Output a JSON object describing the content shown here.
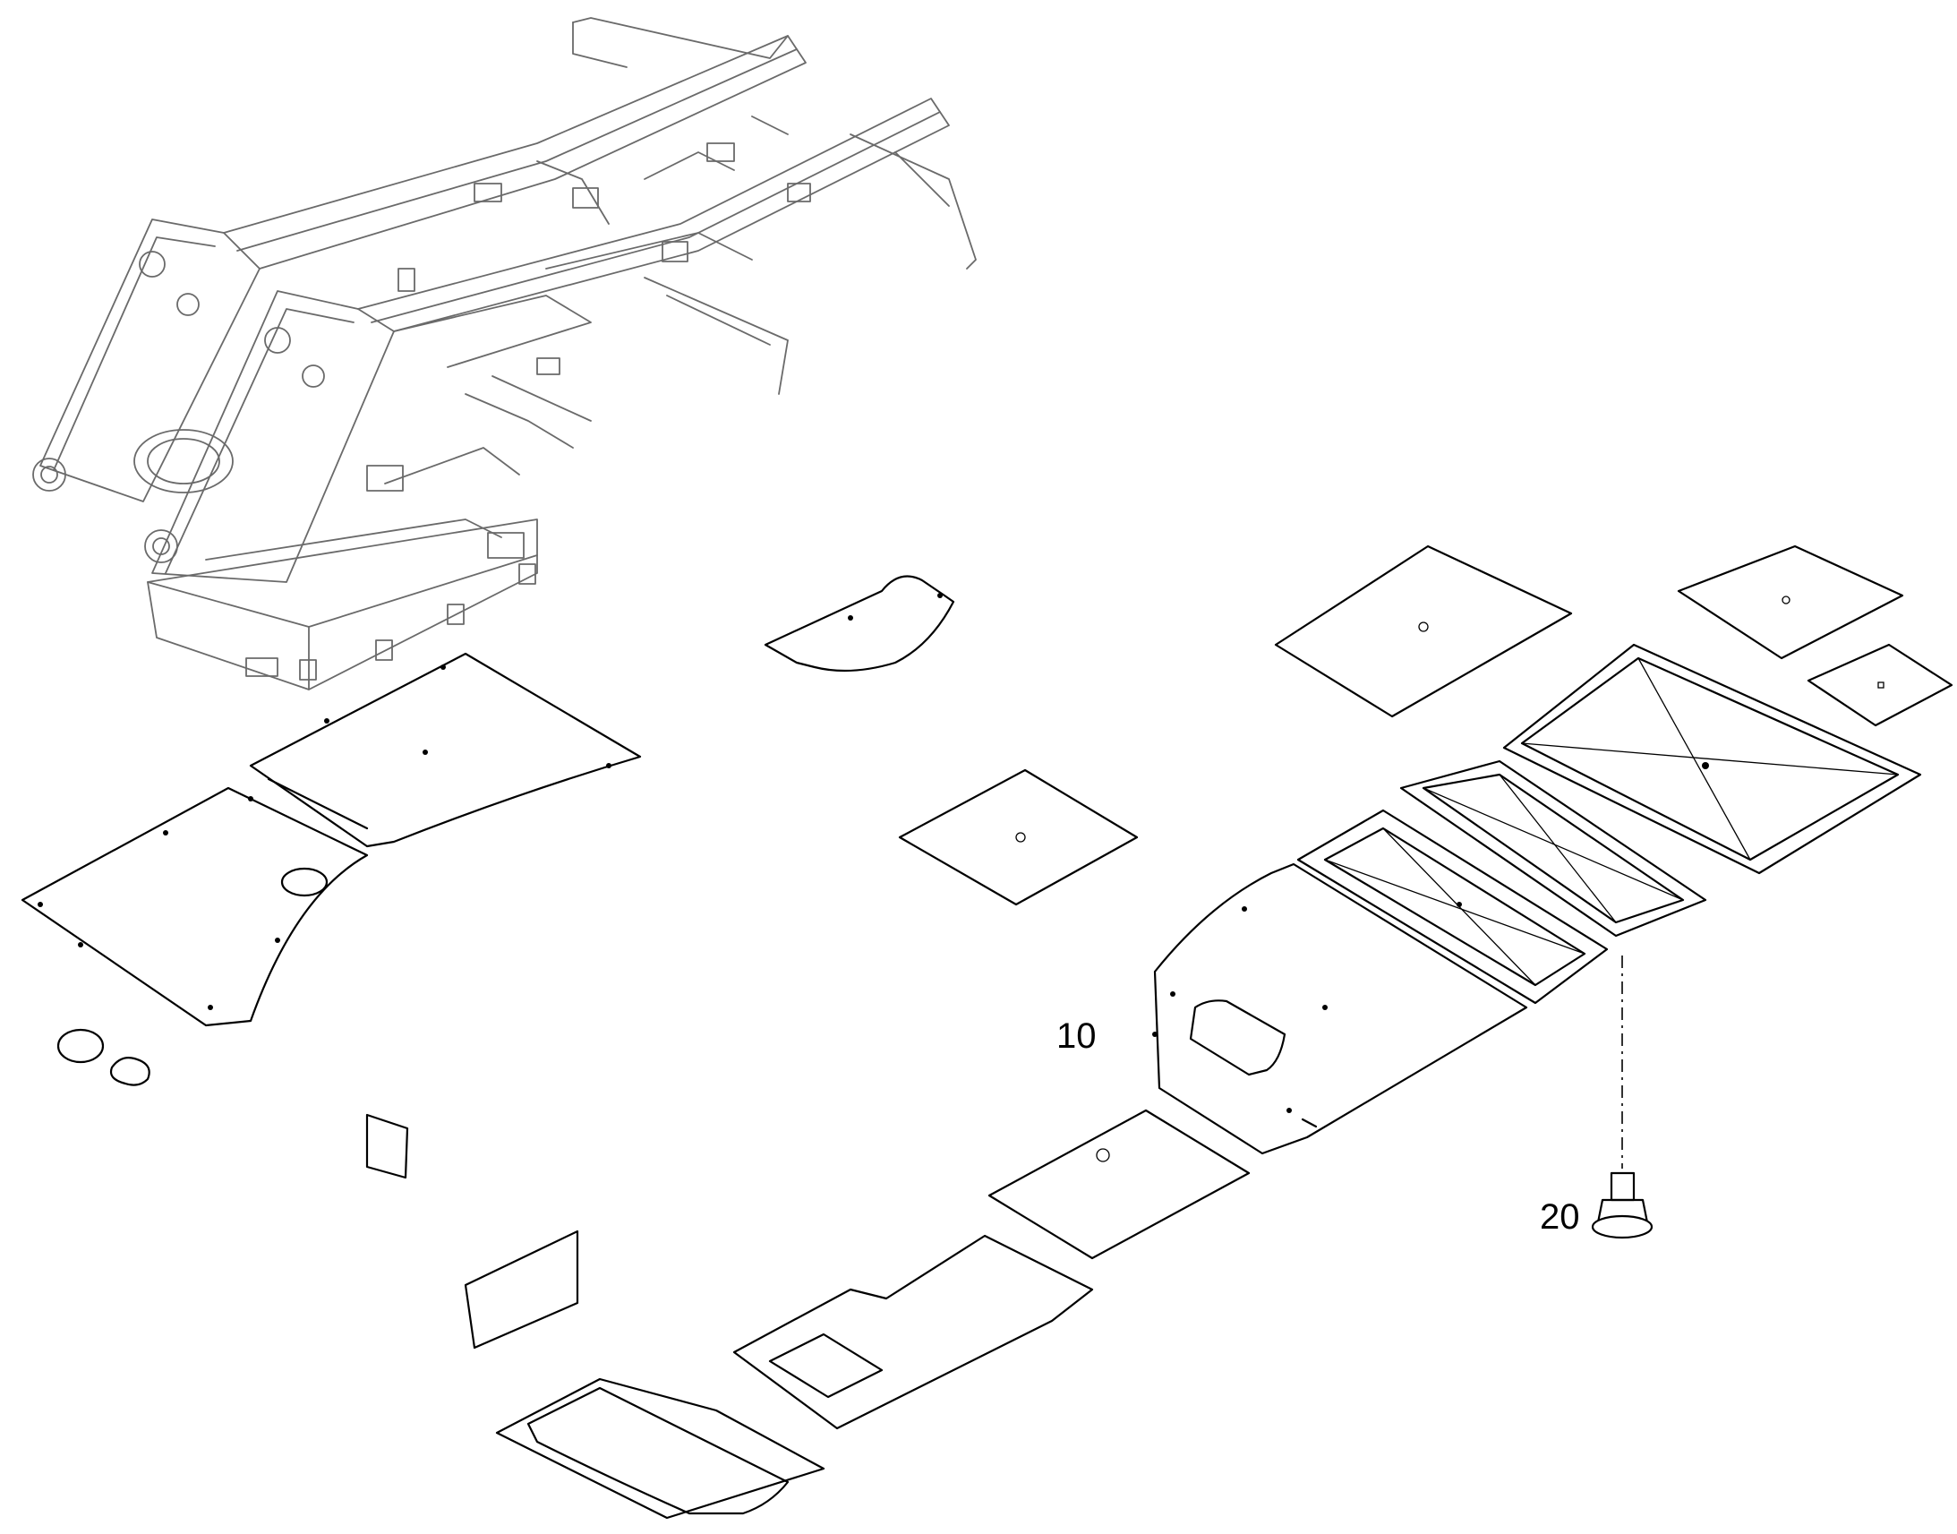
{
  "diagram": {
    "callouts": [
      {
        "id": "part-10",
        "label": "10"
      },
      {
        "id": "part-20",
        "label": "20"
      }
    ]
  }
}
